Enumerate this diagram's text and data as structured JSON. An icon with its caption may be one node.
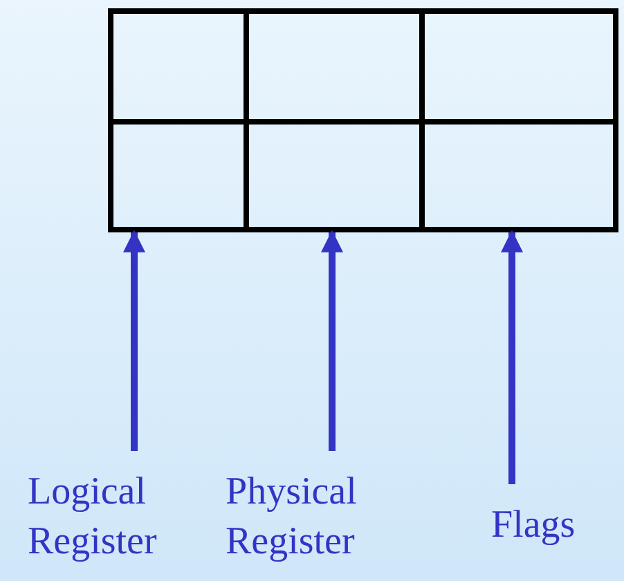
{
  "diagram": {
    "nodes": [
      {
        "text": [],
        "shape": "box"
      },
      {
        "text": [],
        "shape": "box"
      },
      {
        "text": [],
        "shape": "box"
      },
      {
        "text": [],
        "shape": "box"
      },
      {
        "text": [],
        "shape": "box"
      },
      {
        "text": [],
        "shape": "box"
      },
      {
        "text": [
          "Logical Register"
        ]
      },
      {
        "text": [
          "Physical Register"
        ]
      },
      {
        "text": [
          "Flags"
        ]
      }
    ],
    "edges": [
      {
        "from": 6,
        "to": 3,
        "arrow": "to"
      },
      {
        "from": 7,
        "to": 4,
        "arrow": "to"
      },
      {
        "from": 8,
        "to": 5,
        "arrow": "to"
      }
    ]
  }
}
